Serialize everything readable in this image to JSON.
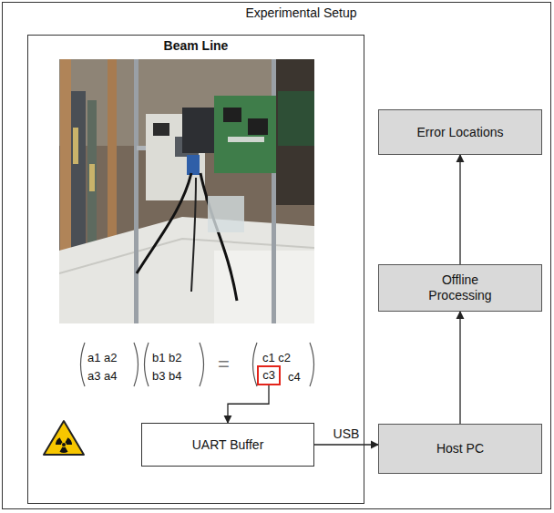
{
  "diagram": {
    "nodes": [
      {
        "text": [
          "Experimental Setup"
        ]
      },
      {
        "text": [
          "Beam Line"
        ],
        "in": 0
      },
      {
        "text": [
          "c3"
        ],
        "in": 1
      },
      {
        "text": [
          "UART Buffer"
        ],
        "in": 1
      },
      {
        "text": [
          "Host PC"
        ],
        "in": 0
      },
      {
        "text": [
          "Offline Processing"
        ],
        "in": 0
      },
      {
        "text": [
          "Error Locations"
        ],
        "in": 0
      }
    ],
    "edges": [
      {
        "from": 2,
        "to": 3,
        "arrow": "to"
      },
      {
        "from": 3,
        "to": 4,
        "label": "USB",
        "arrow": "to"
      },
      {
        "from": 4,
        "to": 5,
        "arrow": "to"
      },
      {
        "from": 5,
        "to": 6,
        "arrow": "to"
      }
    ],
    "labels": [
      "a1 a2",
      "a3 a4",
      "b1 b2",
      "b3 b4",
      "c1 c2",
      "c4",
      "="
    ]
  }
}
